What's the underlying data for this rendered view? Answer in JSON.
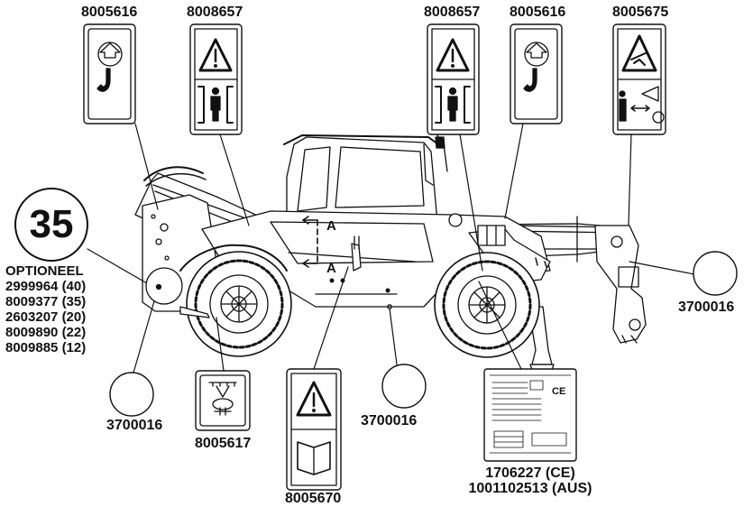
{
  "labels": {
    "hook_left": "8005616",
    "person_left": "8008657",
    "person_right": "8008657",
    "hook_right": "8005616",
    "crush_right": "8005675",
    "circle_left_bottom": "3700016",
    "circle_mid_bottom": "3700016",
    "circle_right": "3700016",
    "sling_decal": "8005617",
    "manual_decal": "8005670",
    "plate_ce": "1706227 (CE)",
    "plate_aus": "1001102513 (AUS)"
  },
  "option_badge": {
    "number": "35",
    "title": "OPTIONEEL",
    "items": [
      "2999964 (40)",
      "8009377 (35)",
      "2603207 (20)",
      "8009890 (22)",
      "8009885 (12)"
    ]
  },
  "section_marks": {
    "top": "A",
    "bottom": "A"
  },
  "plate": {
    "ce_mark": "CE"
  }
}
